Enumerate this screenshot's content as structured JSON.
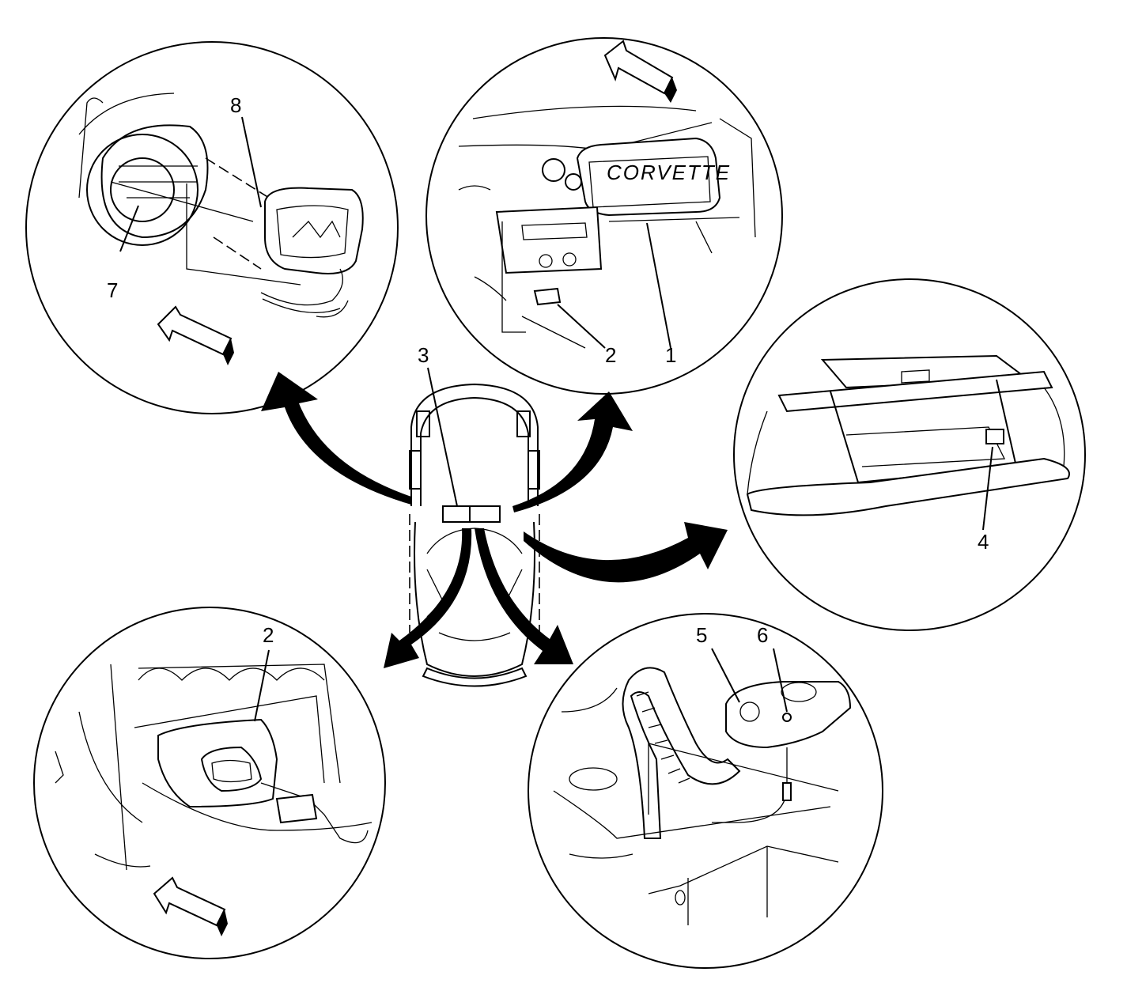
{
  "callouts": {
    "c1": "1",
    "c2_top": "2",
    "c2_bottom": "2",
    "c3": "3",
    "c4": "4",
    "c5": "5",
    "c6": "6",
    "c7": "7",
    "c8": "8"
  },
  "badge_text": "CORVETTE",
  "icons": {
    "forward_arrow": "forward-direction-arrow-icon",
    "flow_arrow": "curved-flow-arrow-icon"
  }
}
